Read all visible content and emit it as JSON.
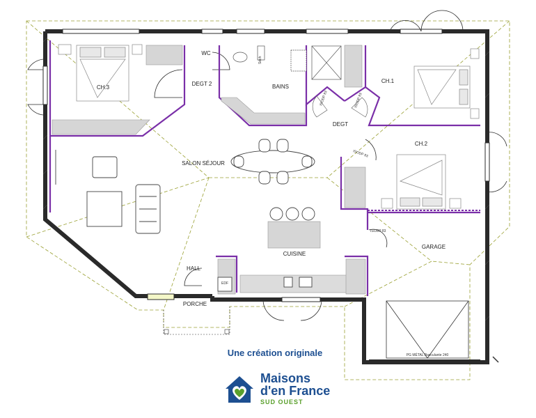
{
  "rooms": {
    "ch3": "CH.3",
    "degt2": "DEGT 2",
    "wc": "WC",
    "sech": "Séch",
    "bains": "BAINS",
    "ch1": "CH.1",
    "degt": "DEGT",
    "ch2": "CH.2",
    "salon": "SALON SÉJOUR",
    "cuisine": "CUISINE",
    "garage": "GARAGE",
    "hall": "HALL",
    "porche": "PORCHE",
    "edf": "EDF"
  },
  "door_tags": {
    "isodp1": "ISODP 83",
    "isodp2": "ISODP 83",
    "isodp3": "ISODP 83",
    "isodp4": "ISODP 83"
  },
  "garage_door": "PG MÉTAL Basculante 240",
  "branding": {
    "tagline_prefix": "Une création ",
    "tagline_highlight": "originale",
    "logo_line1": "Maisons",
    "logo_line2": "d'en France",
    "logo_line3": "SUD OUEST"
  },
  "colors": {
    "wall": "#2a2a2a",
    "partition": "#7a2fa8",
    "furniture_fill": "#d6d6d6",
    "roof_line": "#9aa032",
    "brand_blue": "#1d4f91",
    "brand_green": "#5aa02c"
  }
}
